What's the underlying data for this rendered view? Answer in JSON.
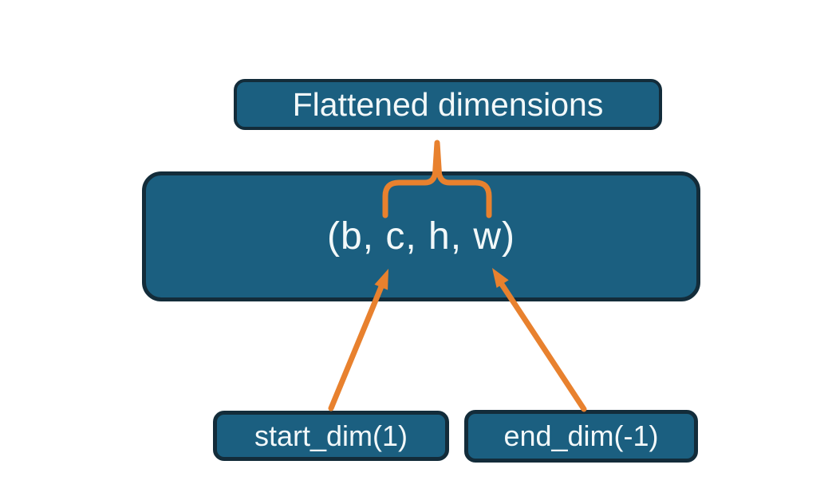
{
  "diagram": {
    "top_label": "Flattened dimensions",
    "tensor_label": "(b, c, h, w)",
    "start_label": "start_dim(1)",
    "end_label": "end_dim(-1)"
  },
  "icons": {
    "brace": "curly-brace",
    "start_arrow": "arrow-up-right",
    "end_arrow": "arrow-up-left"
  },
  "colors": {
    "background": "#ffffff",
    "box_fill": "#1b5f80",
    "box_border": "#132c3a",
    "text": "#f2f8f9",
    "accent_orange": "#e8812e"
  }
}
